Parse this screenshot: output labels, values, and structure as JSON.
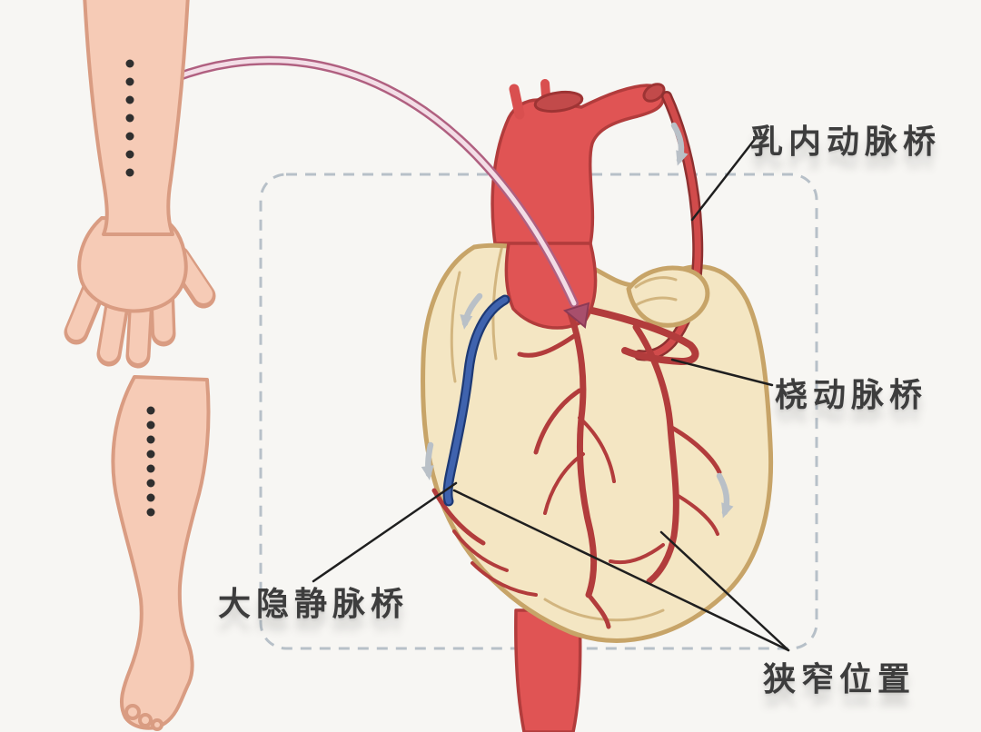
{
  "labels": {
    "internal_mammary_graft": "乳内动脉桥",
    "radial_artery_graft": "桡动脉桥",
    "saphenous_vein_graft": "大隐静脉桥",
    "stenosis_location": "狭窄位置"
  },
  "colors": {
    "background": "#f7f6f3",
    "skin": "#f6cbb6",
    "skin_outline": "#d99c82",
    "heart_body": "#f4e6c3",
    "heart_outline": "#c7a468",
    "artery_red": "#e05454",
    "artery_dark_red": "#b23c3c",
    "vein_blue": "#3f63ae",
    "label_text": "#3d3d3d",
    "pointer_line": "#1f1f1f",
    "dashed_frame": "#b7c0c8",
    "flow_arrow": "#b9c0c7",
    "transfer_arrow": "#b06080"
  }
}
